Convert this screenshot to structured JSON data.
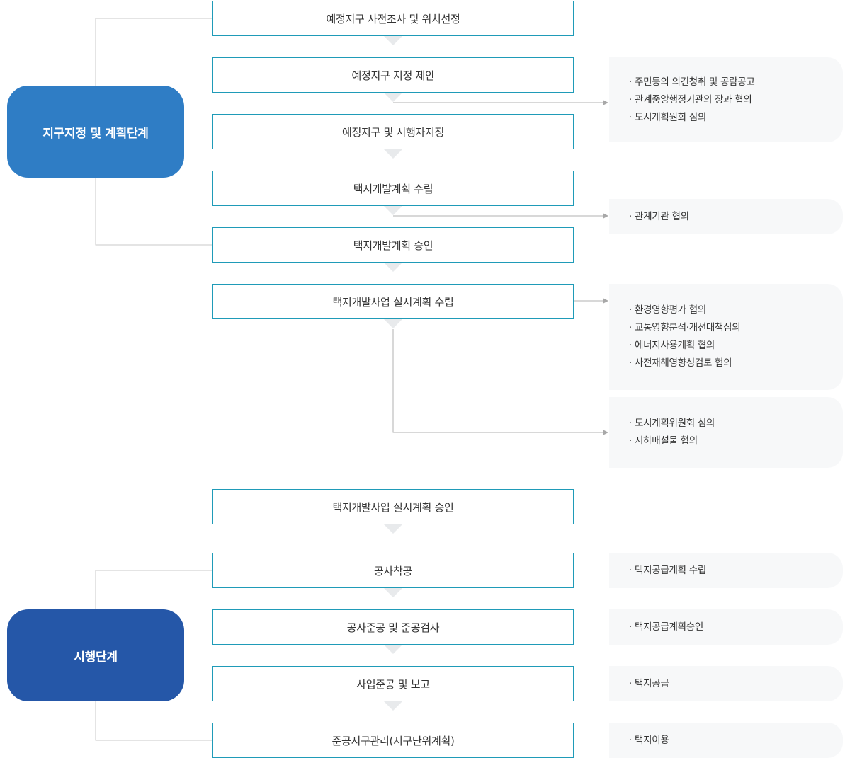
{
  "phases": [
    {
      "label": "지구지정 및 계획단계"
    },
    {
      "label": "시행단계"
    }
  ],
  "steps": [
    {
      "label": "예정지구 사전조사 및 위치선정"
    },
    {
      "label": "예정지구 지정 제안"
    },
    {
      "label": "예정지구 및 시행자지정"
    },
    {
      "label": "택지개발계획 수립"
    },
    {
      "label": "택지개발계획 승인"
    },
    {
      "label": "택지개발사업 실시계획 수립"
    },
    {
      "label": "택지개발사업 실시계획 승인"
    },
    {
      "label": "공사착공"
    },
    {
      "label": "공사준공 및 준공검사"
    },
    {
      "label": "사업준공 및 보고"
    },
    {
      "label": "준공지구관리(지구단위계획)"
    }
  ],
  "notes": [
    {
      "items": [
        "주민등의 의견청취 및 공람공고",
        "관계중앙행정기관의 장과 협의",
        "도시계획원회 심의"
      ]
    },
    {
      "items": [
        "관계기관 협의"
      ]
    },
    {
      "items": [
        "환경영향평가 협의",
        "교통영향분석·개선대책심의",
        "에너지사용계획 협의",
        "사전재해영향성검토 협의"
      ]
    },
    {
      "items": [
        "도시계획위원회 심의",
        "지하매설물 협의"
      ]
    },
    {
      "items": [
        "택지공급계획 수립"
      ]
    },
    {
      "items": [
        "택지공급계획승인"
      ]
    },
    {
      "items": [
        "택지공급"
      ]
    },
    {
      "items": [
        "택지이용"
      ]
    }
  ],
  "colors": {
    "phase_1": "#2f7dc5",
    "phase_2": "#2557a8",
    "step_border": "#1f9bb8",
    "connector": "#c8c8c8",
    "note_bg": "#f7f8f9"
  }
}
